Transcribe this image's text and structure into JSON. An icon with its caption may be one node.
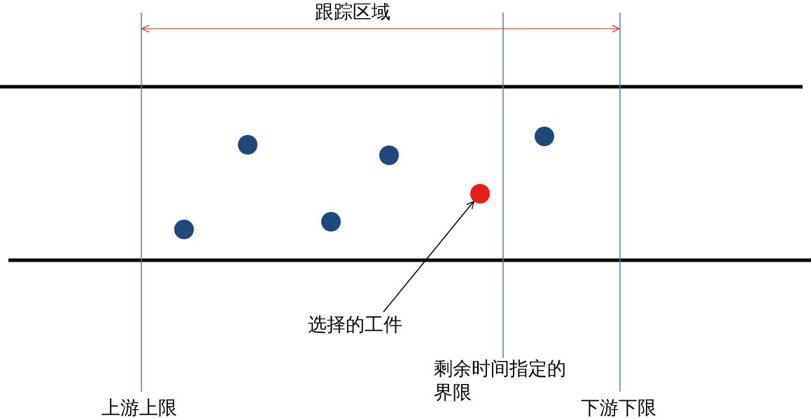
{
  "diagram": {
    "nodes": [
      {
        "text": [],
        "shape": "circle"
      },
      {
        "text": [],
        "shape": "circle"
      },
      {
        "text": [],
        "shape": "circle"
      },
      {
        "text": [],
        "shape": "circle"
      },
      {
        "text": [],
        "shape": "circle"
      },
      {
        "text": [],
        "shape": "circle"
      },
      {
        "text": [
          "选择的工件"
        ]
      }
    ],
    "edges": [
      {
        "from": 6,
        "to": 4,
        "arrow": "to"
      }
    ],
    "labels": [
      "跟踪区域",
      "剩余时间指定的界限",
      "上游上限",
      "下游下限"
    ]
  }
}
